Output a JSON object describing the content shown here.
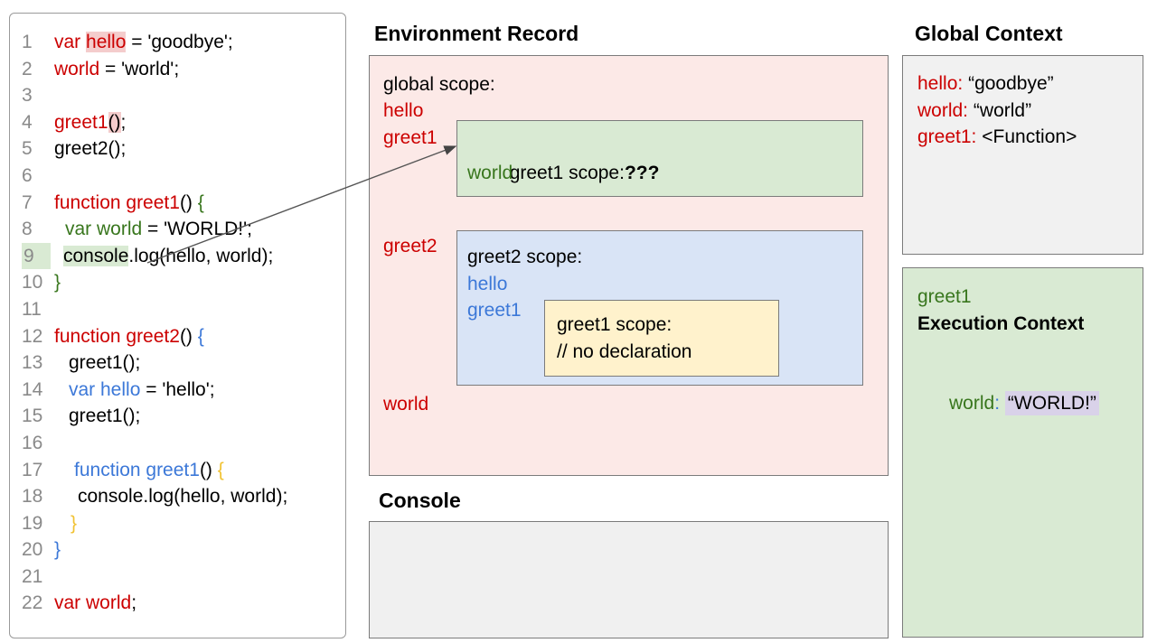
{
  "titles": {
    "environment_record": "Environment Record",
    "console": "Console",
    "global_context": "Global Context"
  },
  "code_panel": {
    "lines": [
      {
        "n": "1",
        "indent": 0,
        "segs": [
          {
            "t": "var ",
            "c": "red"
          },
          {
            "t": "hello",
            "c": "red",
            "hl": "pink"
          },
          {
            "t": " = 'goodbye';",
            "c": "black"
          }
        ]
      },
      {
        "n": "2",
        "indent": 0,
        "segs": [
          {
            "t": "world",
            "c": "red"
          },
          {
            "t": " = 'world';",
            "c": "black"
          }
        ]
      },
      {
        "n": "3",
        "indent": 0,
        "segs": []
      },
      {
        "n": "4",
        "indent": 0,
        "segs": [
          {
            "t": "greet1",
            "c": "red"
          },
          {
            "t": "()",
            "c": "black",
            "hl": "pink"
          },
          {
            "t": ";",
            "c": "black"
          }
        ]
      },
      {
        "n": "5",
        "indent": 0,
        "segs": [
          {
            "t": "greet2();",
            "c": "black"
          }
        ]
      },
      {
        "n": "6",
        "indent": 0,
        "segs": []
      },
      {
        "n": "7",
        "indent": 0,
        "segs": [
          {
            "t": "function greet1",
            "c": "red"
          },
          {
            "t": "() ",
            "c": "black"
          },
          {
            "t": "{",
            "c": "green"
          }
        ]
      },
      {
        "n": "8",
        "indent": 12,
        "segs": [
          {
            "t": "var world",
            "c": "green"
          },
          {
            "t": " = 'WORLD!';",
            "c": "black"
          }
        ]
      },
      {
        "n": "9",
        "indent": 10,
        "numhl": true,
        "segs": [
          {
            "t": "console",
            "c": "black",
            "hl": "green"
          },
          {
            "t": ".log(hello, world);",
            "c": "black"
          }
        ]
      },
      {
        "n": "10",
        "indent": 0,
        "segs": [
          {
            "t": "}",
            "c": "green"
          }
        ]
      },
      {
        "n": "11",
        "indent": 0,
        "segs": []
      },
      {
        "n": "12",
        "indent": 0,
        "segs": [
          {
            "t": "function greet2",
            "c": "red"
          },
          {
            "t": "() ",
            "c": "black"
          },
          {
            "t": "{",
            "c": "blue"
          }
        ]
      },
      {
        "n": "13",
        "indent": 16,
        "segs": [
          {
            "t": "greet1();",
            "c": "black"
          }
        ]
      },
      {
        "n": "14",
        "indent": 16,
        "segs": [
          {
            "t": "var hello",
            "c": "blue"
          },
          {
            "t": " = 'hello';",
            "c": "black"
          }
        ]
      },
      {
        "n": "15",
        "indent": 16,
        "segs": [
          {
            "t": "greet1();",
            "c": "black"
          }
        ]
      },
      {
        "n": "16",
        "indent": 0,
        "segs": []
      },
      {
        "n": "17",
        "indent": 22,
        "segs": [
          {
            "t": "function greet1",
            "c": "blue"
          },
          {
            "t": "() ",
            "c": "black"
          },
          {
            "t": "{",
            "c": "orange"
          }
        ]
      },
      {
        "n": "18",
        "indent": 26,
        "segs": [
          {
            "t": "console.log(hello, world);",
            "c": "black"
          }
        ]
      },
      {
        "n": "19",
        "indent": 18,
        "segs": [
          {
            "t": "}",
            "c": "orange"
          }
        ]
      },
      {
        "n": "20",
        "indent": 0,
        "segs": [
          {
            "t": "}",
            "c": "blue"
          }
        ]
      },
      {
        "n": "21",
        "indent": 0,
        "segs": []
      },
      {
        "n": "22",
        "indent": 0,
        "segs": [
          {
            "t": "var world",
            "c": "red"
          },
          {
            "t": ";",
            "c": "black"
          }
        ]
      }
    ]
  },
  "environment_record": {
    "global_scope_label": "global scope:",
    "globals_top": [
      "hello",
      "greet1"
    ],
    "greet2_label": "greet2",
    "world_label": "world",
    "greet1_scope": {
      "label": "greet1 scope:",
      "question": "???",
      "vars": [
        "world"
      ]
    },
    "greet2_scope": {
      "label": "greet2 scope:",
      "vars": [
        "hello",
        "greet1"
      ],
      "inner_greet1_scope": {
        "label": "greet1 scope:",
        "comment": "// no declaration"
      }
    }
  },
  "global_context": {
    "entries": [
      {
        "key": "hello:",
        "value": "“goodbye”"
      },
      {
        "key": "world:",
        "value": "“world”"
      },
      {
        "key": "greet1:",
        "value": "<Function>"
      }
    ]
  },
  "execution_context": {
    "function_name": "greet1",
    "title": "Execution Context",
    "entry": {
      "key": "world",
      "colon": ":",
      "value": "“WORLD!”"
    }
  },
  "colors": {
    "red_text": "#cc0000",
    "green_text": "#38761d",
    "blue_text": "#3c78d8",
    "orange_text": "#f1c232",
    "line_number": "#8a8a8a",
    "pink_box_bg": "#fce9e7",
    "green_box_bg": "#d9ead3",
    "blue_box_bg": "#d9e4f6",
    "yellow_box_bg": "#fff2cc",
    "gray_box_bg": "#f1f1f1",
    "pink_highlight": "#f4cccc",
    "green_highlight": "#d9ead3",
    "lavender_highlight": "#d9d2e9",
    "box_border": "#7b7b7b"
  }
}
